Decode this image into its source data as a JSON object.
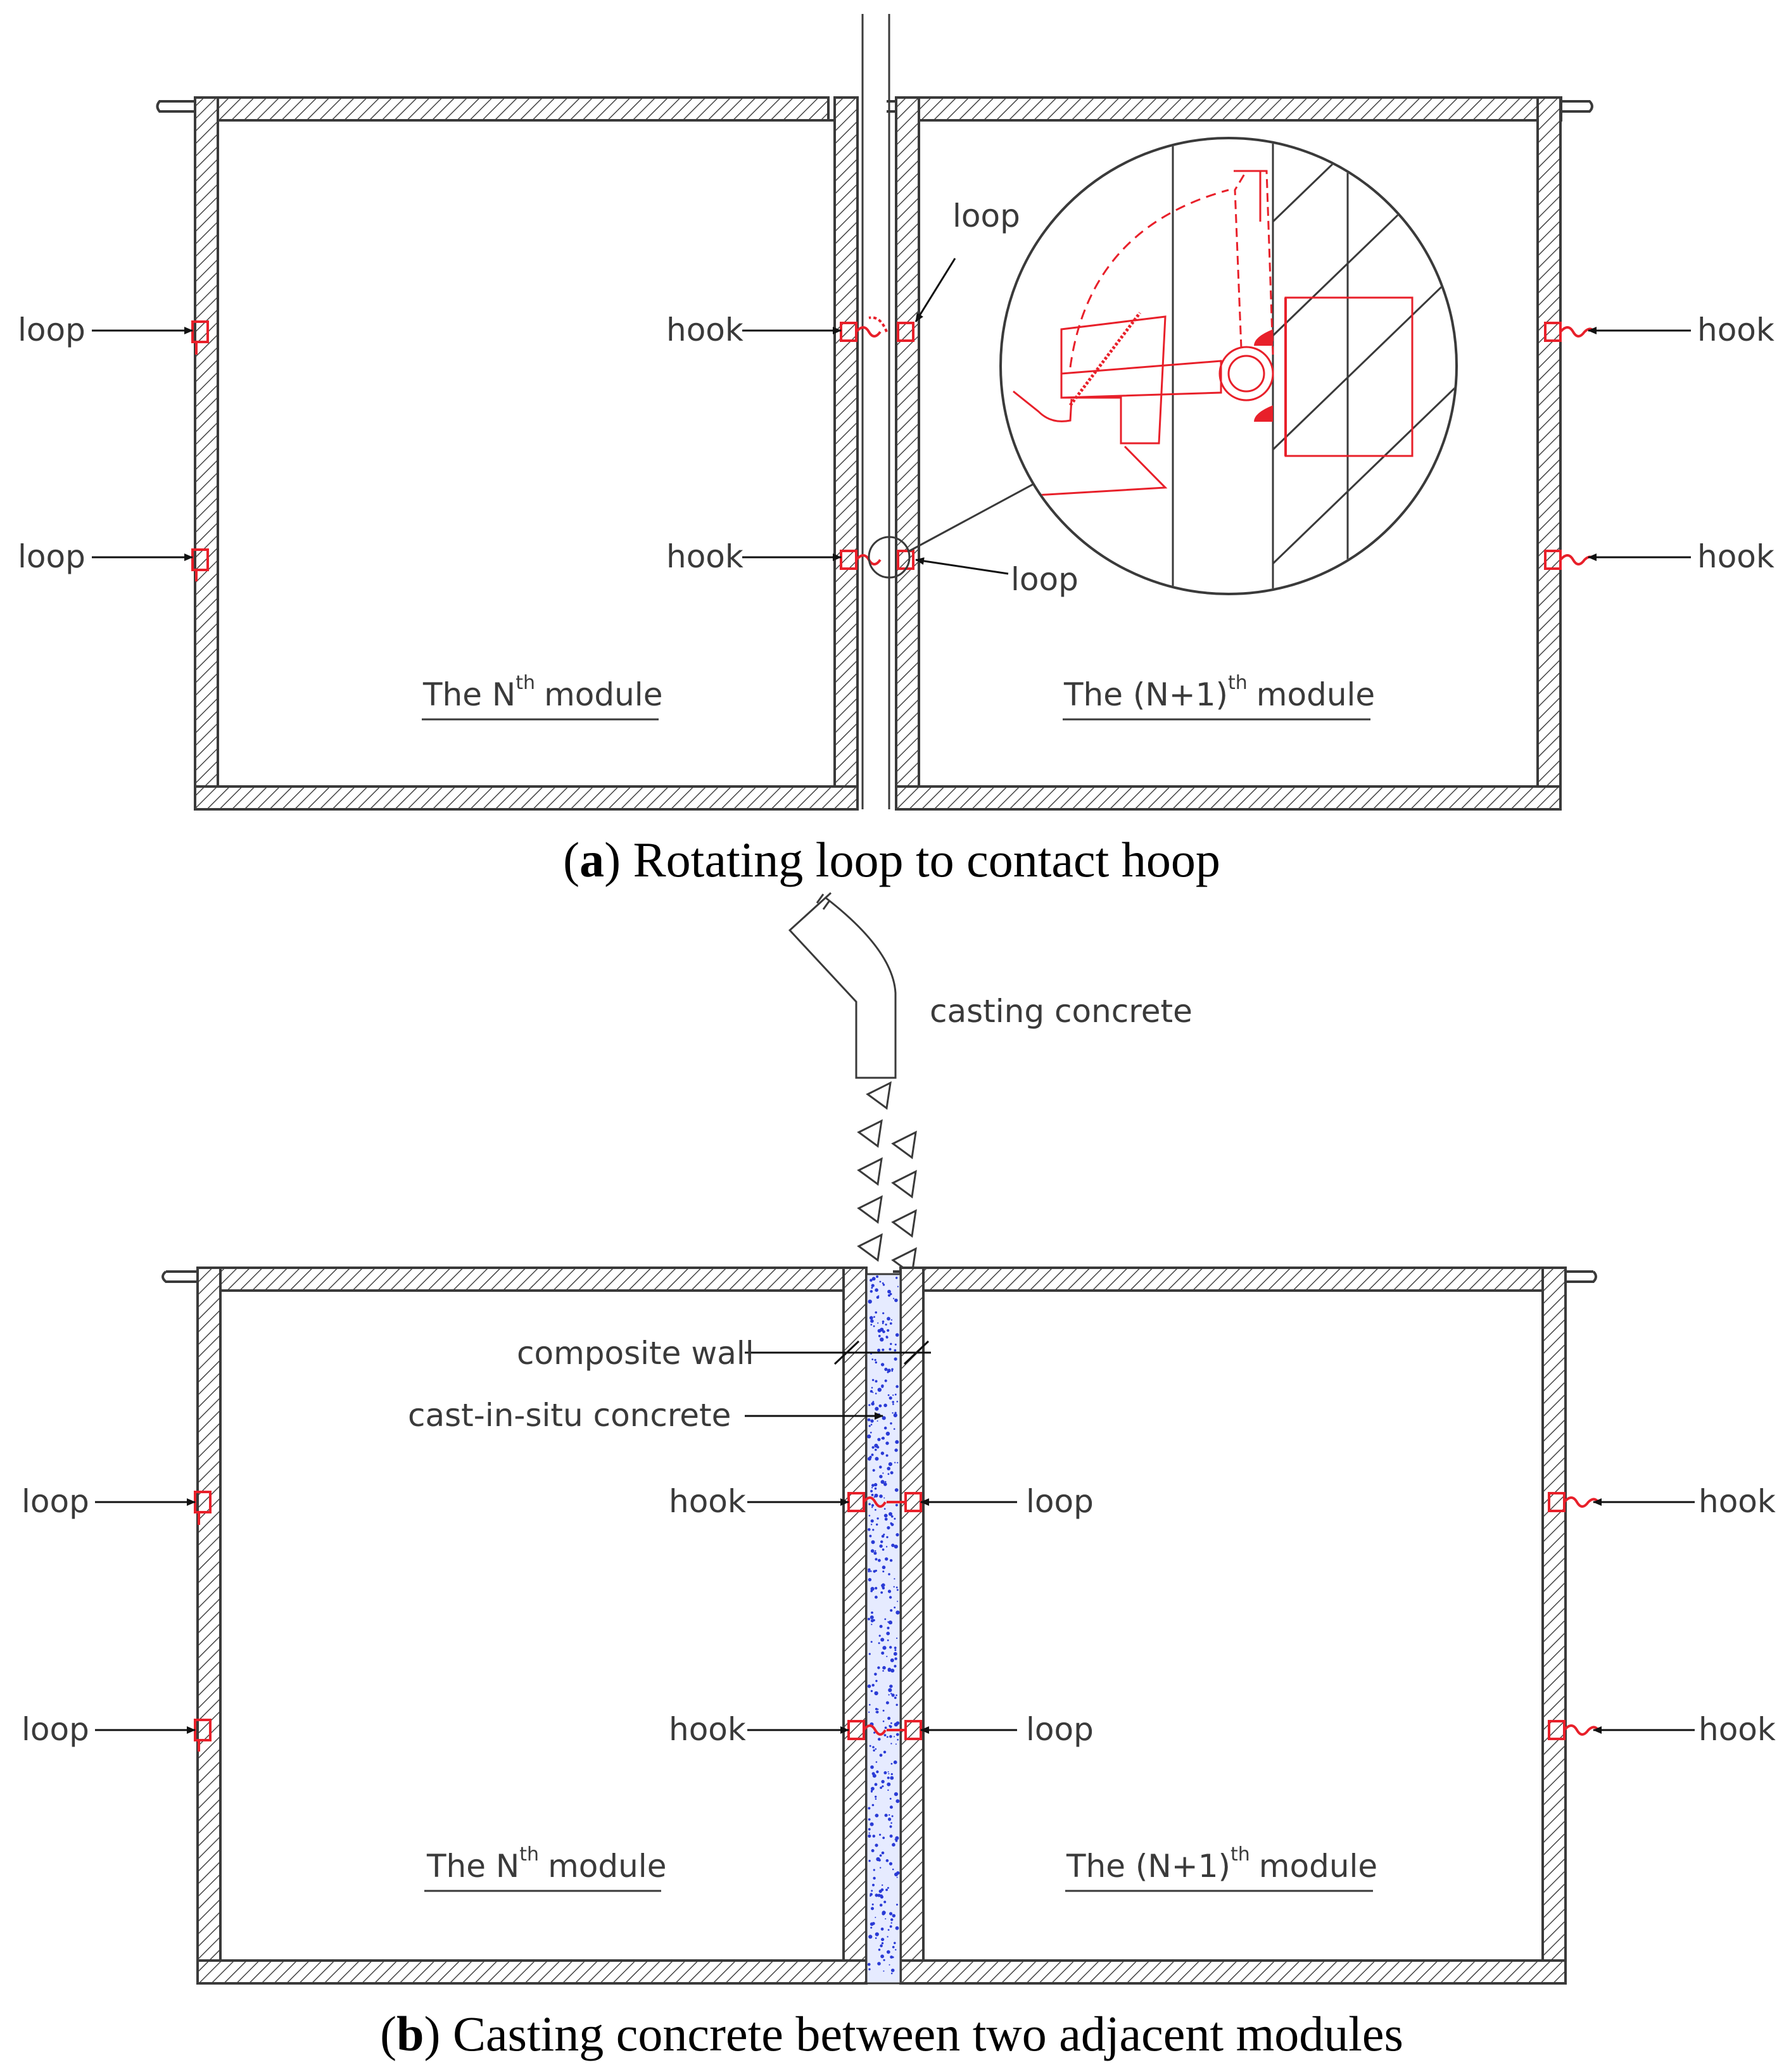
{
  "panel_a": {
    "caption_letter": "a",
    "caption_text": "Rotating loop to contact hoop",
    "left_module": {
      "prefix": "The N",
      "sup": "th",
      "suffix": "module"
    },
    "right_module": {
      "prefix": "The (N+1)",
      "sup": "th",
      "suffix": "module"
    },
    "labels": {
      "loop_left_upper": "loop",
      "loop_left_lower": "loop",
      "hook_mid_upper": "hook",
      "hook_mid_lower": "hook",
      "loop_mid_upper": "loop",
      "loop_mid_lower": "loop",
      "hook_right_upper": "hook",
      "hook_right_lower": "hook"
    }
  },
  "panel_b": {
    "caption_letter": "b",
    "caption_text": "Casting concrete between two adjacent modules",
    "casting_label": "casting concrete",
    "composite_wall_label": "composite wall",
    "cast_in_situ_label": "cast-in-situ concrete",
    "left_module": {
      "prefix": "The N",
      "sup": "th",
      "suffix": "module"
    },
    "right_module": {
      "prefix": "The (N+1)",
      "sup": "th",
      "suffix": "module"
    },
    "labels": {
      "loop_left_upper": "loop",
      "loop_left_lower": "loop",
      "hook_mid_upper": "hook",
      "hook_mid_lower": "hook",
      "loop_mid_upper": "loop",
      "loop_mid_lower": "loop",
      "hook_right_upper": "hook",
      "hook_right_lower": "hook"
    }
  },
  "colors": {
    "line": "#3a3a3a",
    "connector": "#e8202a",
    "concrete_dots": "#2a3bd6",
    "hatch": "#444444"
  }
}
